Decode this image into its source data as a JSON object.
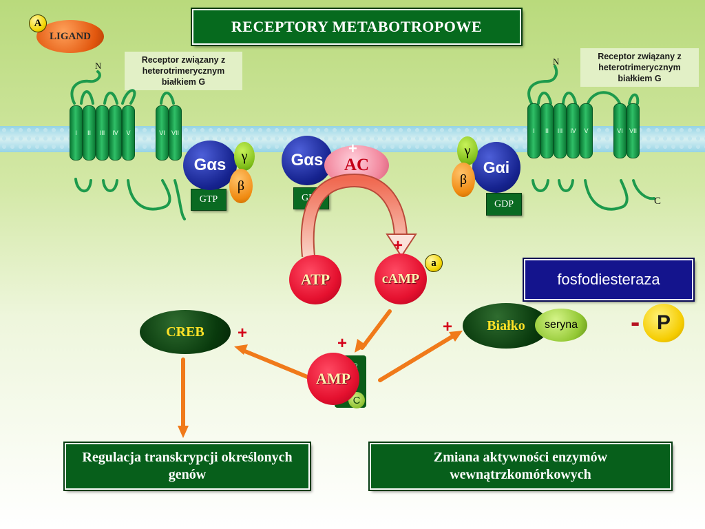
{
  "title": "RECEPTORY  METABOTROPOWE",
  "badges": {
    "a_upper": "A",
    "a_lower": "a"
  },
  "ligand": "LIGAND",
  "receptor_note": "Receptor związany z heterotrimerycznym białkiem G",
  "terminals": {
    "n": "N",
    "c": "C"
  },
  "helices": [
    "I",
    "II",
    "III",
    "IV",
    "V",
    "VI",
    "VII"
  ],
  "g_proteins": {
    "gs": "Gαs",
    "gi": "Gαi",
    "gamma": "γ",
    "beta": "β"
  },
  "nucleotides": {
    "gtp": "GTP",
    "gdp": "GDP"
  },
  "enzyme": "AC",
  "plus": "+",
  "minus": "-",
  "atp": "ATP",
  "camp": "cAMP",
  "amp": "AMP",
  "pka_fragments": {
    "r": "R",
    "c": "C"
  },
  "creb": "CREB",
  "bialko": "Białko",
  "seryna": "seryna",
  "fosfodiesteraza": "fosfodiesteraza",
  "phosphate": "P",
  "results": {
    "left": "Regulacja transkrypcji określonych genów",
    "right": "Zmiana aktywności enzymów wewnątrzkomórkowych"
  },
  "colors": {
    "title_bg": "#066a1e",
    "helix": "#1e9e4f",
    "g_alpha": "#16238f",
    "ball_red": "#e5112f",
    "arrow_orange": "#f07a1a"
  }
}
